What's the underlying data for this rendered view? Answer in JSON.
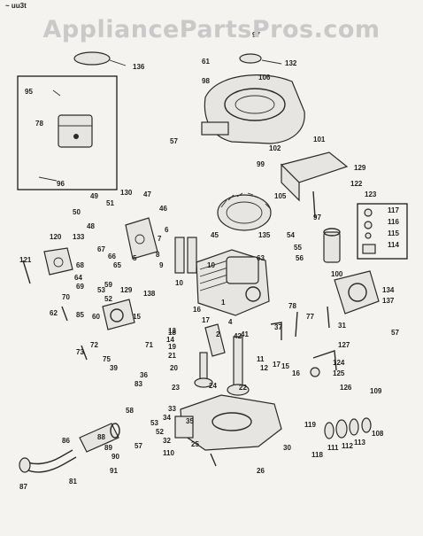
{
  "watermark": "AppliancePartsPros.com",
  "header_text": "~ uu3t",
  "part_labels": [
    {
      "id": "p97a",
      "text": "97"
    },
    {
      "id": "p136",
      "text": "136"
    },
    {
      "id": "p61",
      "text": "61"
    },
    {
      "id": "p132",
      "text": "132"
    },
    {
      "id": "p98",
      "text": "98"
    },
    {
      "id": "p106",
      "text": "106"
    },
    {
      "id": "p95",
      "text": "95"
    },
    {
      "id": "p78",
      "text": "78"
    },
    {
      "id": "p96",
      "text": "96"
    },
    {
      "id": "p57a",
      "text": "57"
    },
    {
      "id": "p101",
      "text": "101"
    },
    {
      "id": "p102",
      "text": "102"
    },
    {
      "id": "p99",
      "text": "99"
    },
    {
      "id": "p129a",
      "text": "129"
    },
    {
      "id": "p122",
      "text": "122"
    },
    {
      "id": "p105",
      "text": "105"
    },
    {
      "id": "p123",
      "text": "123"
    },
    {
      "id": "p49",
      "text": "49"
    },
    {
      "id": "p51",
      "text": "51"
    },
    {
      "id": "p130",
      "text": "130"
    },
    {
      "id": "p47",
      "text": "47"
    },
    {
      "id": "p50",
      "text": "50"
    },
    {
      "id": "p48",
      "text": "48"
    },
    {
      "id": "p46",
      "text": "46"
    },
    {
      "id": "p97b",
      "text": "97"
    },
    {
      "id": "p117",
      "text": "117"
    },
    {
      "id": "p116",
      "text": "116"
    },
    {
      "id": "p115",
      "text": "115"
    },
    {
      "id": "p114",
      "text": "114"
    },
    {
      "id": "p120",
      "text": "120"
    },
    {
      "id": "p133",
      "text": "133"
    },
    {
      "id": "p45",
      "text": "45"
    },
    {
      "id": "p135",
      "text": "135"
    },
    {
      "id": "p54",
      "text": "54"
    },
    {
      "id": "p55",
      "text": "55"
    },
    {
      "id": "p56",
      "text": "56"
    },
    {
      "id": "p63",
      "text": "63"
    },
    {
      "id": "p67",
      "text": "67"
    },
    {
      "id": "p66",
      "text": "66"
    },
    {
      "id": "p65",
      "text": "65"
    },
    {
      "id": "p68",
      "text": "68"
    },
    {
      "id": "p121",
      "text": "121"
    },
    {
      "id": "p5",
      "text": "5"
    },
    {
      "id": "p6",
      "text": "6"
    },
    {
      "id": "p7",
      "text": "7"
    },
    {
      "id": "p8",
      "text": "8"
    },
    {
      "id": "p9",
      "text": "9"
    },
    {
      "id": "p10a",
      "text": "10"
    },
    {
      "id": "p10b",
      "text": "10"
    },
    {
      "id": "p100",
      "text": "100"
    },
    {
      "id": "p134",
      "text": "134"
    },
    {
      "id": "p137",
      "text": "137"
    },
    {
      "id": "p57b",
      "text": "57"
    },
    {
      "id": "p64",
      "text": "64"
    },
    {
      "id": "p59",
      "text": "59"
    },
    {
      "id": "p69",
      "text": "69"
    },
    {
      "id": "p70",
      "text": "70"
    },
    {
      "id": "p53",
      "text": "53"
    },
    {
      "id": "p129b",
      "text": "129"
    },
    {
      "id": "p52",
      "text": "52"
    },
    {
      "id": "p138",
      "text": "138"
    },
    {
      "id": "p62",
      "text": "62"
    },
    {
      "id": "p85",
      "text": "85"
    },
    {
      "id": "p60",
      "text": "60"
    },
    {
      "id": "p15",
      "text": "15"
    },
    {
      "id": "p16",
      "text": "16"
    },
    {
      "id": "p17",
      "text": "17"
    },
    {
      "id": "p1",
      "text": "1"
    },
    {
      "id": "p2",
      "text": "2"
    },
    {
      "id": "p4",
      "text": "4"
    },
    {
      "id": "p42",
      "text": "42"
    },
    {
      "id": "p78b",
      "text": "78"
    },
    {
      "id": "p77",
      "text": "77"
    },
    {
      "id": "p31",
      "text": "31"
    },
    {
      "id": "p127",
      "text": "127"
    },
    {
      "id": "p37",
      "text": "37"
    },
    {
      "id": "p73",
      "text": "73"
    },
    {
      "id": "p72",
      "text": "72"
    },
    {
      "id": "p71",
      "text": "71"
    },
    {
      "id": "p75",
      "text": "75"
    },
    {
      "id": "p39",
      "text": "39"
    },
    {
      "id": "p36",
      "text": "36"
    },
    {
      "id": "p83",
      "text": "83"
    },
    {
      "id": "p18",
      "text": "18"
    },
    {
      "id": "p19",
      "text": "19"
    },
    {
      "id": "p21",
      "text": "21"
    },
    {
      "id": "p20",
      "text": "20"
    },
    {
      "id": "p14",
      "text": "14"
    },
    {
      "id": "p13",
      "text": "13"
    },
    {
      "id": "p41",
      "text": "41"
    },
    {
      "id": "p11",
      "text": "11"
    },
    {
      "id": "p12",
      "text": "12"
    },
    {
      "id": "p17b",
      "text": "17"
    },
    {
      "id": "p15b",
      "text": "15"
    },
    {
      "id": "p16b",
      "text": "16"
    },
    {
      "id": "p124",
      "text": "124"
    },
    {
      "id": "p125",
      "text": "125"
    },
    {
      "id": "p23",
      "text": "23"
    },
    {
      "id": "p24",
      "text": "24"
    },
    {
      "id": "p22",
      "text": "22"
    },
    {
      "id": "p126",
      "text": "126"
    },
    {
      "id": "p109",
      "text": "109"
    },
    {
      "id": "p58",
      "text": "58"
    },
    {
      "id": "p33",
      "text": "33"
    },
    {
      "id": "p34",
      "text": "34"
    },
    {
      "id": "p35",
      "text": "35"
    },
    {
      "id": "p53b",
      "text": "53"
    },
    {
      "id": "p52b",
      "text": "52"
    },
    {
      "id": "p119",
      "text": "119"
    },
    {
      "id": "p108",
      "text": "108"
    },
    {
      "id": "p113",
      "text": "113"
    },
    {
      "id": "p112",
      "text": "112"
    },
    {
      "id": "p111",
      "text": "111"
    },
    {
      "id": "p110",
      "text": "110"
    },
    {
      "id": "p86",
      "text": "86"
    },
    {
      "id": "p88",
      "text": "88"
    },
    {
      "id": "p89",
      "text": "89"
    },
    {
      "id": "p90",
      "text": "90"
    },
    {
      "id": "p57c",
      "text": "57"
    },
    {
      "id": "p32",
      "text": "32"
    },
    {
      "id": "p25",
      "text": "25"
    },
    {
      "id": "p118",
      "text": "118"
    },
    {
      "id": "p30",
      "text": "30"
    },
    {
      "id": "p26",
      "text": "26"
    },
    {
      "id": "p87",
      "text": "87"
    },
    {
      "id": "p81",
      "text": "81"
    },
    {
      "id": "p91",
      "text": "91"
    }
  ]
}
